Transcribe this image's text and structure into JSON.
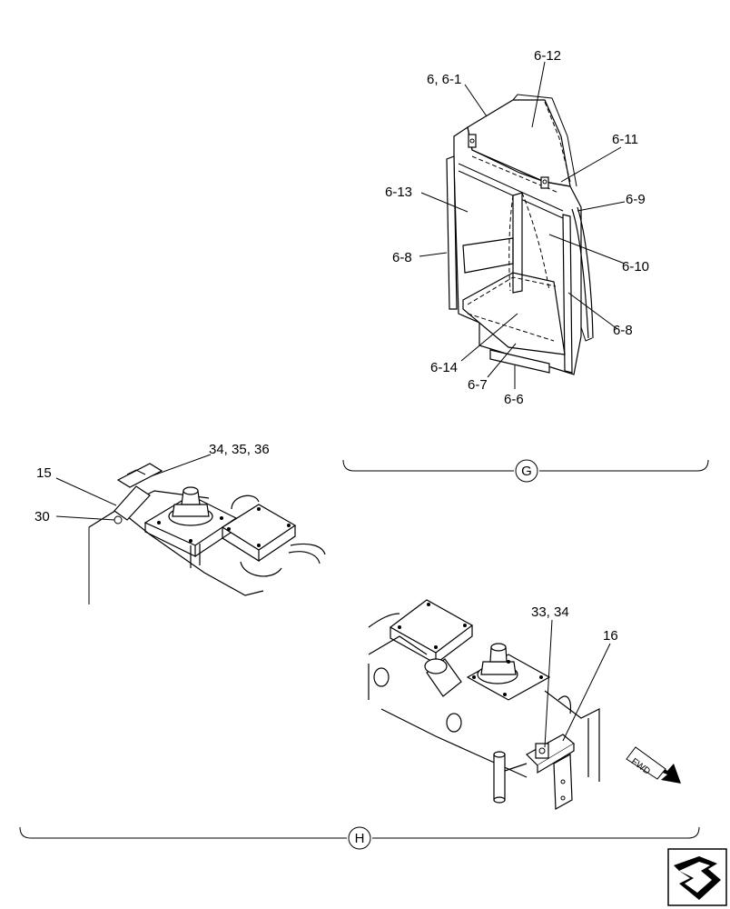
{
  "section_g": {
    "circle_label": "G",
    "callouts": [
      "6, 6-1",
      "6-12",
      "6-11",
      "6-9",
      "6-13",
      "6-10",
      "6-8",
      "6-8",
      "6-14",
      "6-7",
      "6-6"
    ]
  },
  "section_h": {
    "circle_label": "H",
    "upper_callouts": [
      "34, 35, 36",
      "15",
      "30"
    ],
    "lower_callouts": [
      "33, 34",
      "16"
    ],
    "fwd_arrow_text": "FWD"
  },
  "nav_icon": "page-turn-arrow-icon"
}
